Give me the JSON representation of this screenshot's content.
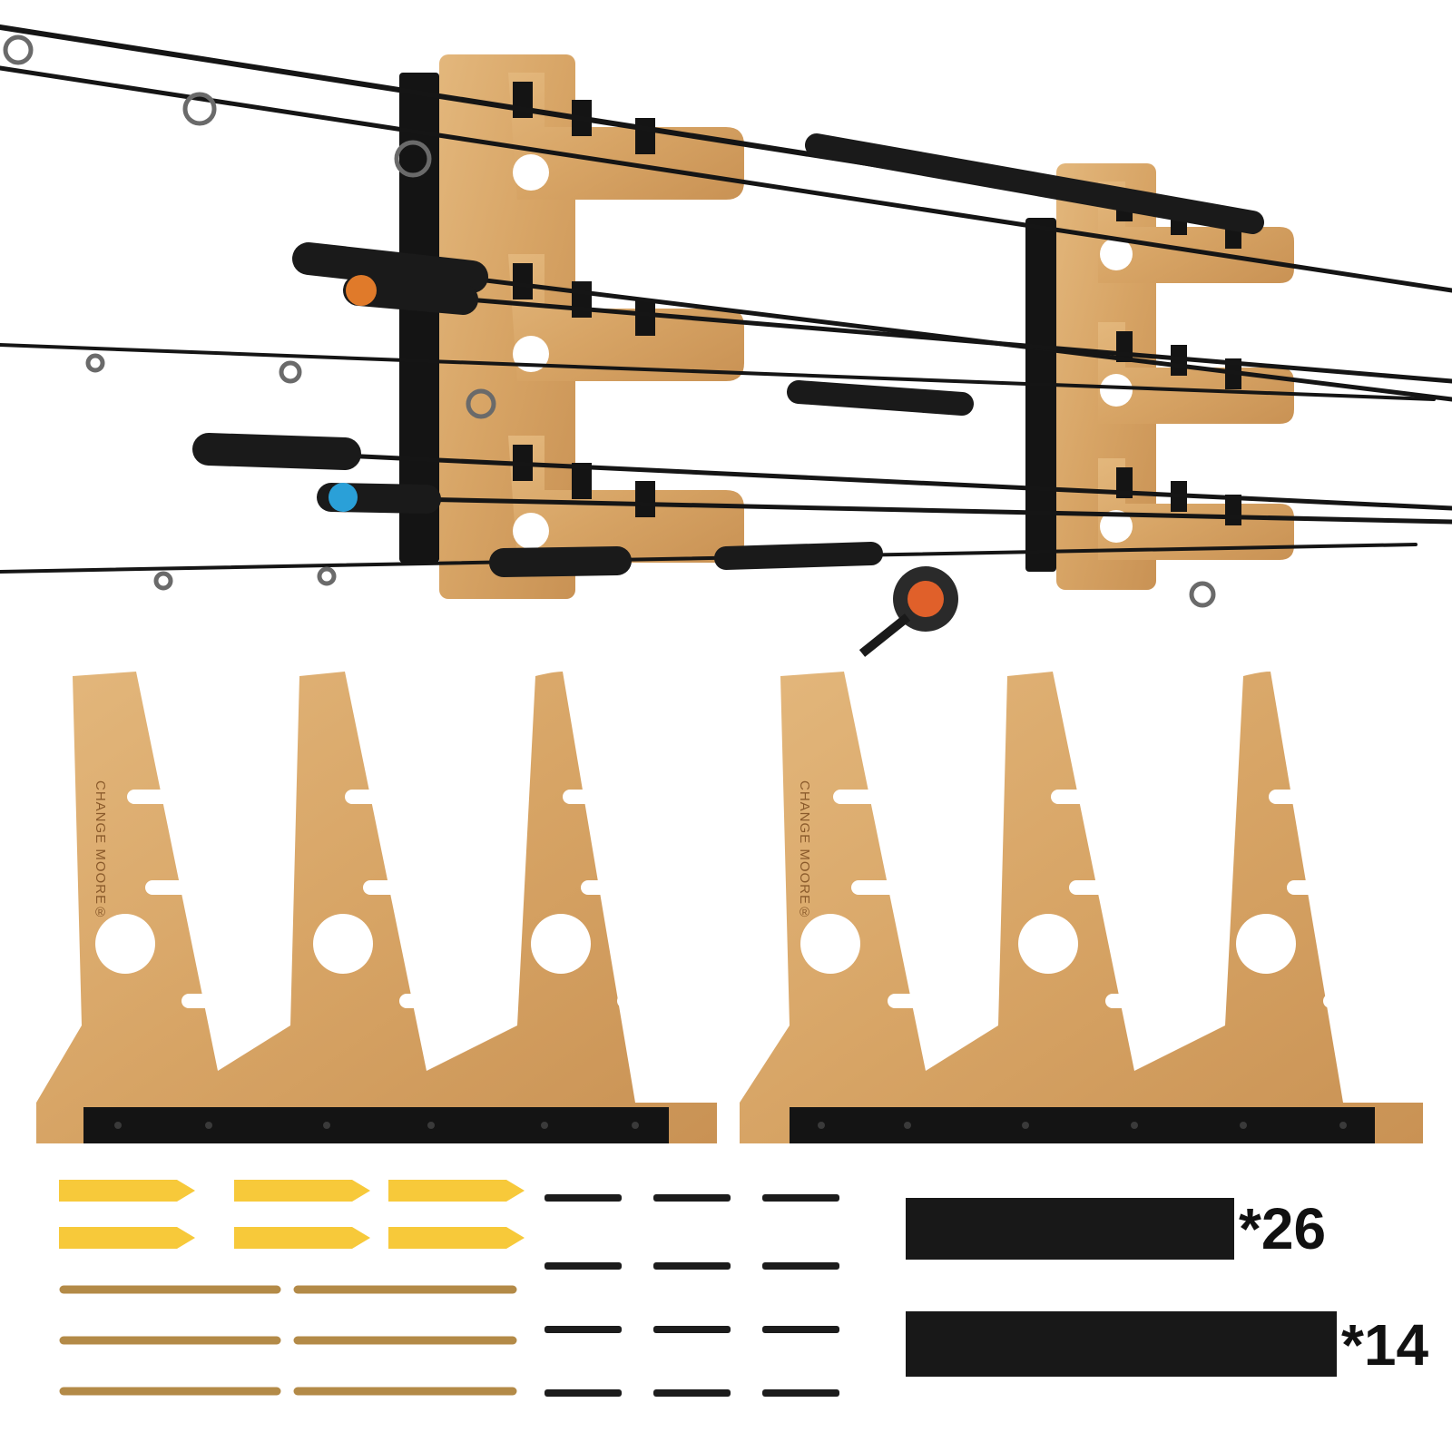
{
  "product": {
    "brand_name": "CHANGE MOORE",
    "brand_suffix": "®"
  },
  "components": {
    "short_foam_pad_count": "*26",
    "long_foam_pad_count": "*14"
  },
  "colors": {
    "wood": "#d9a86a",
    "wood_dark": "#c48a4c",
    "metal": "#141414",
    "anchor": "#f7c93a",
    "gold_screw": "#b38a47",
    "black_screw": "#1c1c1c",
    "foam": "#181818"
  },
  "icons": {
    "rack": "rod-rack-icon",
    "anchor": "wall-anchor-icon",
    "screw": "screw-icon",
    "foam": "foam-pad-icon"
  }
}
